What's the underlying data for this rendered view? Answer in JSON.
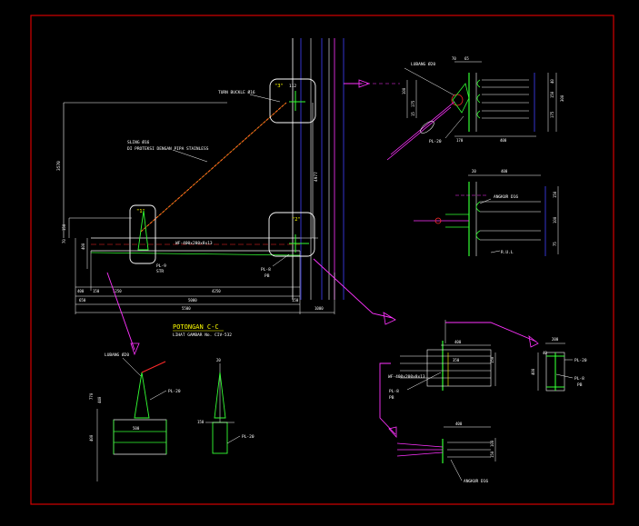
{
  "colors": {
    "background": "#000000",
    "frame": "#d40000",
    "white": "#ffffff",
    "red": "#ff2a2a",
    "yellow": "#ffff00",
    "green": "#33ff33",
    "cyan": "#00ffff",
    "magenta": "#ff33ff",
    "blue": "#4040ff"
  },
  "main_elevation": {
    "callouts": {
      "turn_buckle": "TURN BUCKLE Ø16",
      "sling": "SLING Ø16",
      "sling_note": "DI PROTEKSI DENGAN PIPA STAINLESS",
      "beam": "WF-400x200x8x13",
      "pl9": "PL-9",
      "str": "STR",
      "pl8": "PL-8",
      "pl8_sub": "PB"
    },
    "detail_marks": {
      "a": "\"1\"",
      "b": "\"2\"",
      "c": "\"3\"",
      "c_ref": "112"
    },
    "dimensions": {
      "height_total": "3570",
      "height_right": "4977",
      "left_small_1": "150",
      "left_small_2": "70",
      "left_small_3": "400",
      "bottom_a": "400",
      "bottom_b": "150",
      "bottom_c": "1250",
      "bottom_d": "4250",
      "bottom_e": "650",
      "bottom_f": "5000",
      "bottom_g": "150",
      "bottom_h": "5500",
      "bottom_i": "1000"
    },
    "section_title": "POTONGAN C-C",
    "section_subtitle": "LIHAT GAMBAR No. CIV-532"
  },
  "detail_top_right": {
    "anchor_label": "LUBANG Ø20",
    "pl20": "PL-20",
    "dims": [
      "70",
      "65",
      "100",
      "175",
      "15",
      "170",
      "400",
      "40",
      "150",
      "300",
      "175"
    ]
  },
  "detail_mid_right": {
    "anchor": "ANGKUR D16",
    "rul": "R.U.L",
    "dims": [
      "20",
      "400",
      "150",
      "100",
      "75"
    ]
  },
  "section_left": {
    "anchor_label": "LUBANG Ø20",
    "pl20": "PL-20",
    "dims": [
      "770",
      "440",
      "500",
      "400"
    ]
  },
  "section_mid": {
    "pl20": "PL-20",
    "dims": [
      "20",
      "150"
    ]
  },
  "detail_bottom_right": {
    "beam": "WF-400x200x8x13",
    "pl8": "PL-8",
    "pb": "PB",
    "anchor": "ANGKUR D16",
    "dims": [
      "400",
      "350",
      "150",
      "400",
      "100",
      "150"
    ]
  },
  "detail_far_right": {
    "pl20": "PL-20",
    "pl8": "PL-8",
    "pb": "PB",
    "dims": [
      "200",
      "40",
      "400"
    ]
  }
}
